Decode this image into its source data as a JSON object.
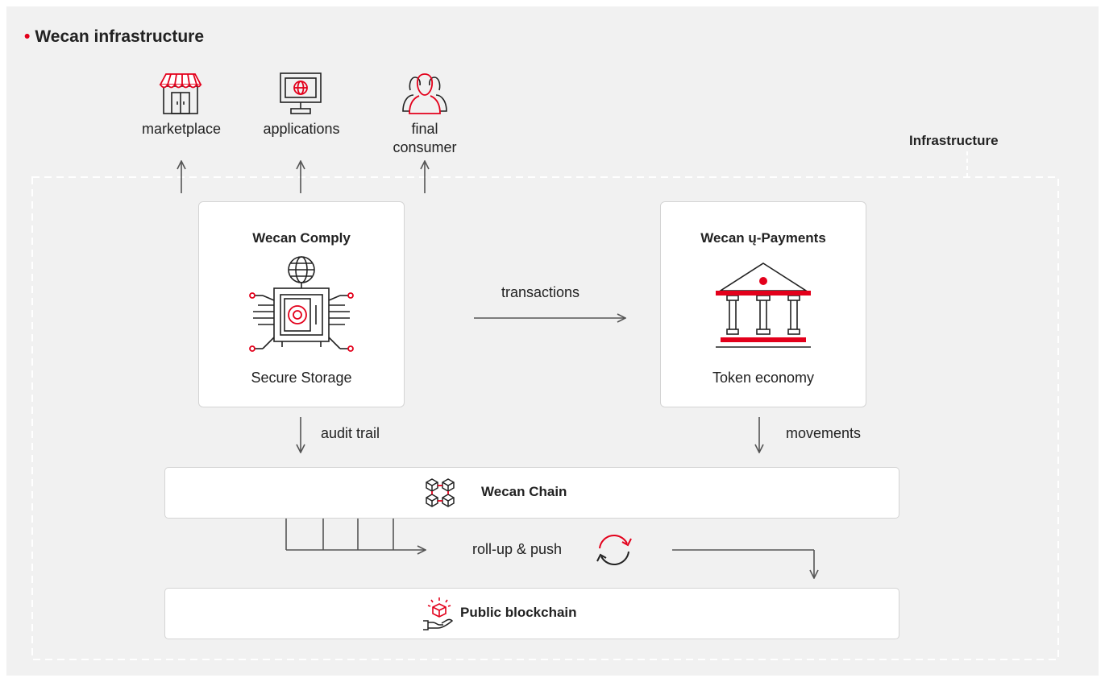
{
  "title": "Wecan infrastructure",
  "infrastructure_label": "Infrastructure",
  "consumers": [
    {
      "label": "marketplace",
      "icon": "storefront-icon"
    },
    {
      "label": "applications",
      "icon": "monitor-globe-icon"
    },
    {
      "label": "final consumer",
      "icon": "people-icon"
    }
  ],
  "comply": {
    "title": "Wecan Comply",
    "caption": "Secure Storage",
    "icon": "secure-vault-icon"
  },
  "payments": {
    "title": "Wecan ų-Payments",
    "caption": "Token economy",
    "icon": "bank-icon"
  },
  "flows": {
    "transactions": "transactions",
    "audit_trail": "audit trail",
    "movements": "movements",
    "rollup": "roll-up & push"
  },
  "chain": {
    "label": "Wecan Chain",
    "icon": "blocks-network-icon"
  },
  "public": {
    "label": "Public blockchain",
    "icon": "hand-cube-icon"
  },
  "colors": {
    "accent": "#e3001b",
    "line": "#555555",
    "panel": "#f1f1f1",
    "box": "#ffffff"
  }
}
